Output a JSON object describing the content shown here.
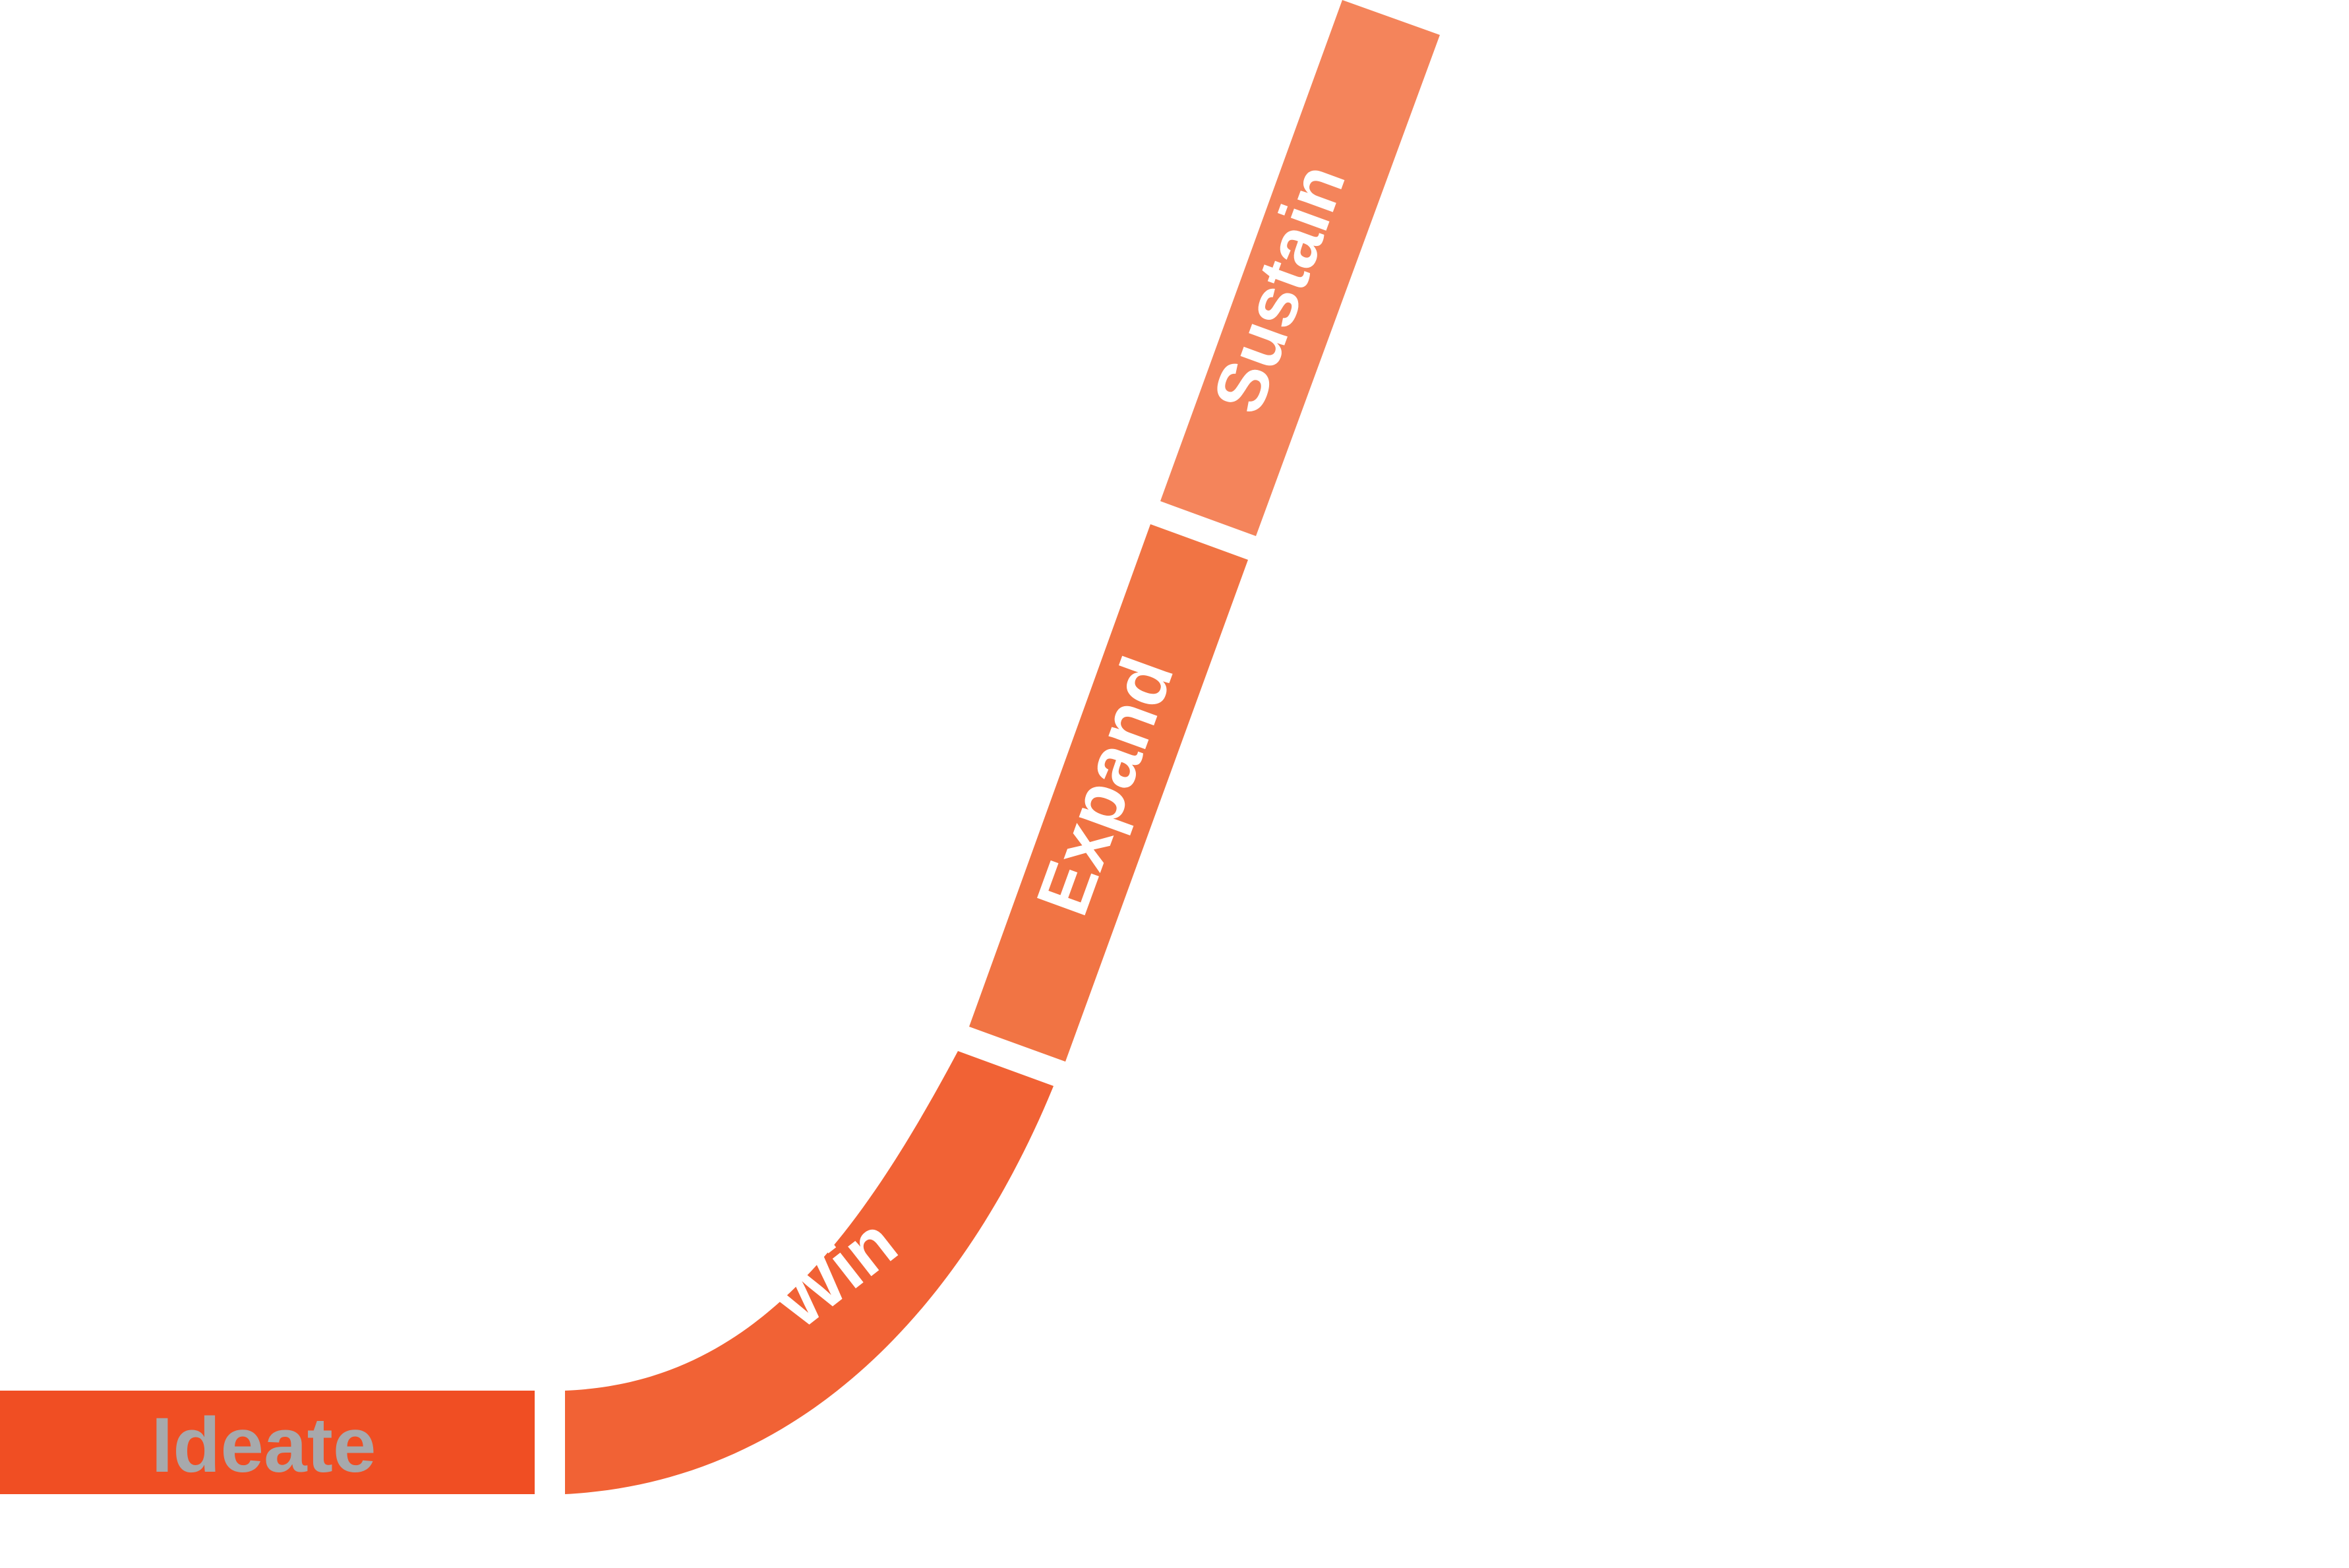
{
  "diagram": {
    "type": "stage-curve",
    "stages": [
      {
        "id": "ideate",
        "label": "Ideate",
        "fill": "#F04E23",
        "label_color": "#A7A9AC"
      },
      {
        "id": "win",
        "label": "Win",
        "fill": "#F16235",
        "label_color": "#FFFFFF"
      },
      {
        "id": "expand",
        "label": "Expand",
        "fill": "#F17444",
        "label_color": "#FFFFFF"
      },
      {
        "id": "sustain",
        "label": "Sustain",
        "fill": "#F4845B",
        "label_color": "#FFFFFF"
      }
    ],
    "background": "#FFFFFF"
  }
}
